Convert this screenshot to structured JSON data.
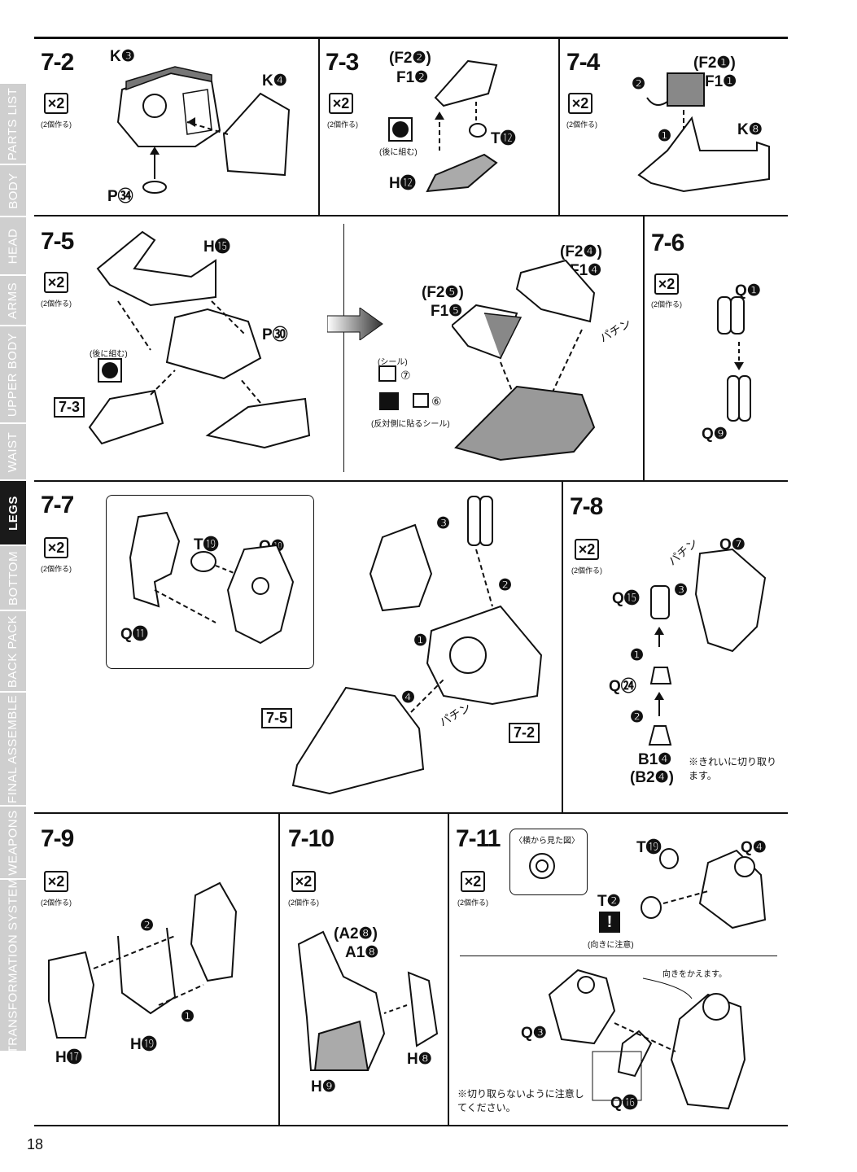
{
  "sidebar": {
    "tabs": [
      {
        "label": "PARTS LIST",
        "active": false
      },
      {
        "label": "BODY",
        "active": false
      },
      {
        "label": "HEAD",
        "active": false
      },
      {
        "label": "ARMS",
        "active": false
      },
      {
        "label": "UPPER BODY",
        "active": false
      },
      {
        "label": "WAIST",
        "active": false
      },
      {
        "label": "LEGS",
        "active": true
      },
      {
        "label": "BOTTOM",
        "active": false
      },
      {
        "label": "BACK PACK",
        "active": false
      },
      {
        "label": "FINAL ASSEMBLE",
        "active": false
      },
      {
        "label": "WEAPONS",
        "active": false
      },
      {
        "label": "TRANSFORMATION SYSTEM",
        "active": false
      }
    ]
  },
  "page_number": "18",
  "multiplier": "×2",
  "multiplier_note": "(2個作る)",
  "steps": {
    "s7_2": {
      "title": "7-2",
      "parts": [
        "K❸",
        "K❹",
        "P㉞"
      ]
    },
    "s7_3": {
      "title": "7-3",
      "parts": [
        "(F2❷)",
        "F1❷",
        "T⓬",
        "H⓬"
      ],
      "note": "(後に組む)"
    },
    "s7_4": {
      "title": "7-4",
      "parts": [
        "(F2❶)",
        "F1❶",
        "K❽"
      ],
      "callouts": [
        "❷",
        "❶"
      ]
    },
    "s7_5": {
      "title": "7-5",
      "parts": [
        "H⓯",
        "P㉚",
        "(F2❹)",
        "F1❹",
        "(F2❺)",
        "F1❺"
      ],
      "note": "(後に組む)",
      "ref": "7-3",
      "sticker_label": "(シール)",
      "sticker_7": "⑦",
      "sticker_6": "⑥",
      "sticker_note": "(反対側に貼るシール)",
      "sound": "パチン"
    },
    "s7_6": {
      "title": "7-6",
      "parts": [
        "Q❶",
        "Q❾"
      ]
    },
    "s7_7": {
      "title": "7-7",
      "parts": [
        "T⓳",
        "Q❿",
        "Q⓫"
      ],
      "refs": [
        "7-5",
        "7-2"
      ],
      "sound": "パチン"
    },
    "s7_8": {
      "title": "7-8",
      "parts": [
        "Q❼",
        "Q⓯",
        "Q㉔",
        "B1❹",
        "(B2❹)"
      ],
      "note": "※きれいに切り取ります。",
      "sound": "パチン"
    },
    "s7_9": {
      "title": "7-9",
      "parts": [
        "H⓱",
        "H⓳"
      ]
    },
    "s7_10": {
      "title": "7-10",
      "parts": [
        "(A2❽)",
        "A1❽",
        "H❽",
        "H❾"
      ]
    },
    "s7_11": {
      "title": "7-11",
      "side_view": "〈横から見た図〉",
      "parts": [
        "T⓳",
        "Q❹",
        "T❷",
        "Q❸",
        "Q⓰"
      ],
      "caution": "(向きに注意)",
      "rotate_note": "向きをかえます。",
      "cut_note": "※切り取らないように注意してください。"
    }
  }
}
